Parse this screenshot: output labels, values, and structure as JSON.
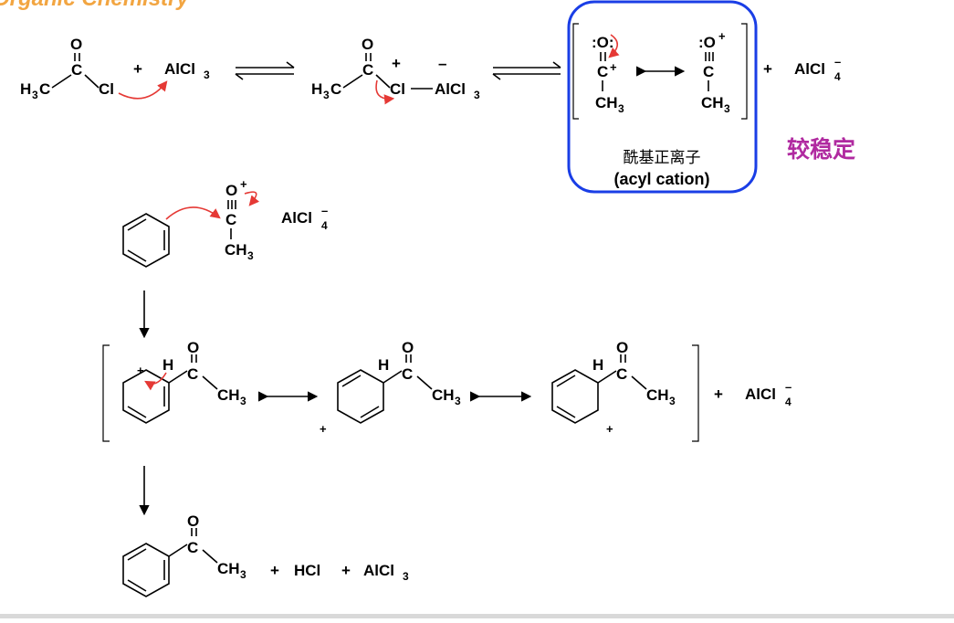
{
  "header": {
    "title": "Organic Chemistry"
  },
  "step1": {
    "h3c": "H",
    "three": "3",
    "c": "C",
    "o": "O",
    "cl": "Cl",
    "plus": "+",
    "alcl": "AlCl",
    "minus": "–"
  },
  "acyl_box": {
    "colon_o": ":O:",
    "colon_o2": ":O",
    "cplus": "C+",
    "c": "C",
    "ch": "CH",
    "three": "3",
    "plus": "+",
    "chinese": "酰基正离子",
    "english": "(acyl cation)"
  },
  "alcl4": {
    "alcl": "AlCl",
    "four": "4",
    "minus": "–"
  },
  "note": {
    "stable": "较稳定"
  },
  "step2": {
    "o": "O",
    "c": "C",
    "ch": "CH",
    "three": "3",
    "plus": "+"
  },
  "sigma": {
    "h": "H",
    "o": "O",
    "c": "C",
    "ch": "CH",
    "three": "3",
    "plus": "+"
  },
  "final": {
    "o": "O",
    "c": "C",
    "ch": "CH",
    "three": "3",
    "hcl": "HCl",
    "alcl": "AlCl",
    "plus": "+"
  },
  "colors": {
    "box": "#1a3ee6",
    "arrow": "#e53935",
    "tag": "#b02aa0",
    "header": "#f2a541"
  }
}
